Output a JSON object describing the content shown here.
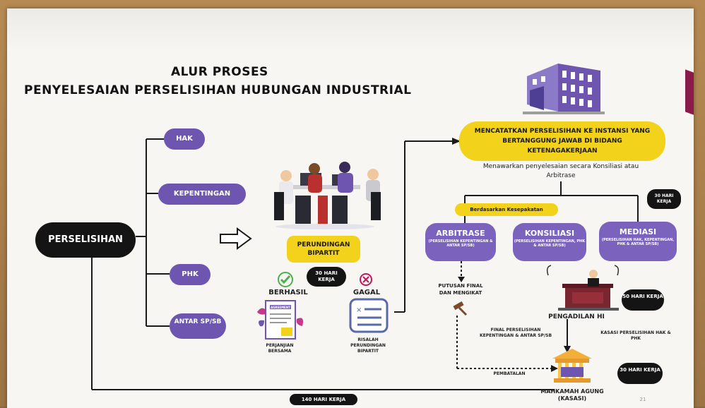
{
  "title": {
    "line1": "ALUR PROSES",
    "line2": "PENYELESAIAN PERSELISIHAN HUBUNGAN INDUSTRIAL"
  },
  "root": {
    "label": "PERSELISIHAN"
  },
  "branches": [
    {
      "label": "HAK"
    },
    {
      "label": "KEPENTINGAN"
    },
    {
      "label": "PHK"
    },
    {
      "label": "ANTAR SP/SB"
    }
  ],
  "bipartit": {
    "label": "PERUNDINGAN BIPARTIT",
    "days": "30 HARI KERJA",
    "success": {
      "label": "BERHASIL",
      "doc_label": "PERJANJIAN BERSAMA",
      "doc_title": "AGREEMENT"
    },
    "fail": {
      "label": "GAGAL",
      "doc_label": "RISALAH PERUNDINGAN BIPARTIT"
    }
  },
  "register": {
    "label": "MENCATATKAN PERSELISIHAN KE INSTANSI YANG BERTANGGUNG JAWAB DI BIDANG KETENAGAKERJAAN",
    "offer": "Menawarkan penyelesaian secara Konsiliasi atau Arbitrase",
    "days": "30 HARI KERJA",
    "agreement_label": "Berdasarkan Kesepakatan"
  },
  "methods": [
    {
      "label": "ARBITRASE",
      "sub": "(PERSELISIHAN KEPENTINGAN & ANTAR SP/SB)"
    },
    {
      "label": "KONSILIASI",
      "sub": "(PERSELISIHAN KEPENTINGAN, PHK & ANTAR SP/SB)"
    },
    {
      "label": "MEDIASI",
      "sub": "(PERSELISIHAN HAK, KEPENTINGAN, PHK & ANTAR SP/SB)"
    }
  ],
  "arbitration_result": "PUTUSAN FINAL DAN MENGIKAT",
  "court": {
    "label": "PENGADILAN HI",
    "days": "50 HARI KERJA"
  },
  "final_note": "FINAL PERSELISIHAN KEPENTINGAN & ANTAR SP/SB",
  "cassation_note": "KASASI PERSELISIHAN HAK & PHK",
  "cancellation": "PEMBATALAN",
  "supreme": {
    "label": "MAHKAMAH AGUNG (KASASI)",
    "days": "30 HARI KERJA"
  },
  "total_days": "140 HARI KERJA",
  "page_number": "21",
  "colors": {
    "purple": "#6e56b0",
    "black": "#141414",
    "yellow": "#f2d21b",
    "poster": "#f7f6f2"
  }
}
